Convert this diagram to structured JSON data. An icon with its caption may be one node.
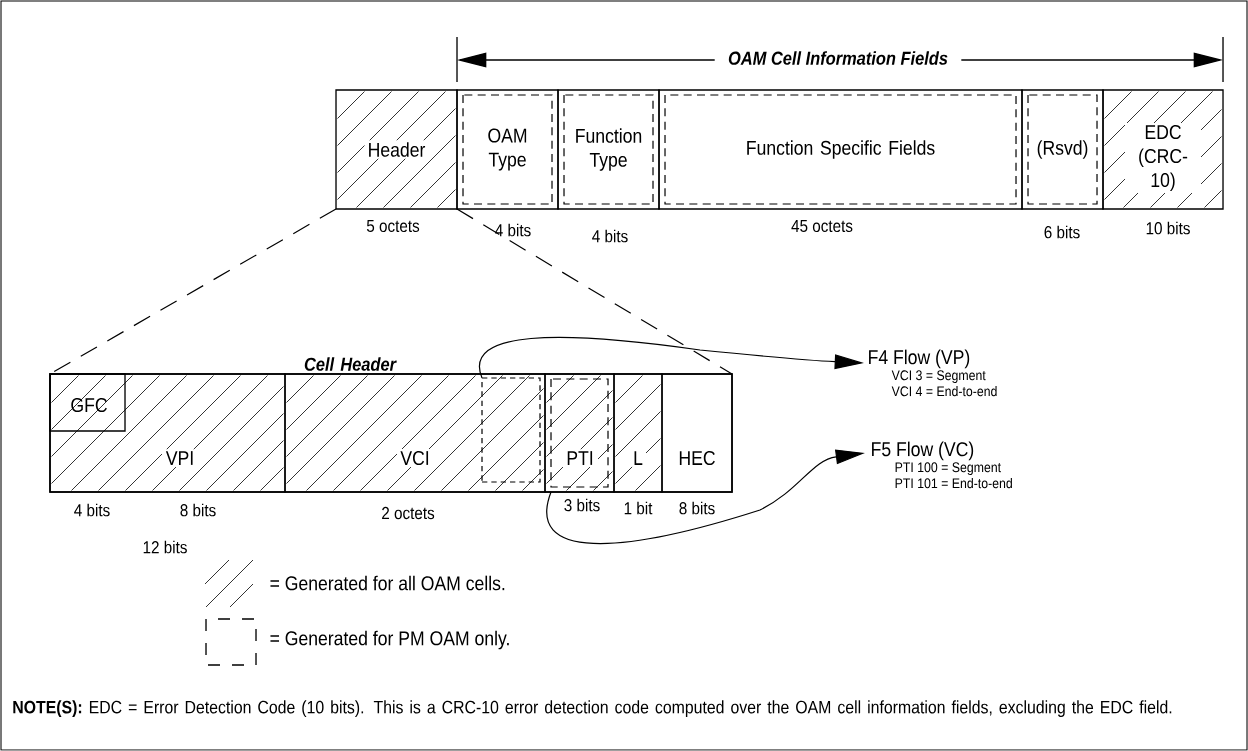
{
  "diagram": {
    "nodes": [
      {
        "text": [
          "Header"
        ],
        "beside": [
          "5 octets"
        ]
      },
      {
        "text": [
          "OAM Type"
        ],
        "beside": [
          "4 bits"
        ]
      },
      {
        "text": [
          "Function Type"
        ],
        "beside": [
          "4 bits"
        ]
      },
      {
        "text": [
          "Function Specific Fields"
        ],
        "beside": [
          "45 octets"
        ]
      },
      {
        "text": [
          "(Rsvd)"
        ],
        "beside": [
          "6 bits"
        ]
      },
      {
        "text": [
          "EDC (CRC-10)"
        ],
        "beside": [
          "10 bits"
        ]
      },
      {
        "text": [
          "Cell Header"
        ]
      },
      {
        "text": [
          "VPI"
        ],
        "beside": [
          "8 bits",
          "12 bits"
        ],
        "in": 6
      },
      {
        "text": [
          "GFC"
        ],
        "in": 7
      },
      {
        "text": [
          "VCI"
        ],
        "beside": [
          "2 octets"
        ],
        "in": 6
      },
      {
        "text": [],
        "shape": "box",
        "in": 9
      },
      {
        "text": [
          "PTI"
        ],
        "beside": [
          "3 bits"
        ],
        "in": 6
      },
      {
        "text": [
          "L"
        ],
        "beside": [
          "1 bit"
        ],
        "in": 6
      },
      {
        "text": [
          "HEC"
        ],
        "beside": [
          "8 bits"
        ],
        "in": 6
      },
      {
        "text": [
          "F4 Flow (VP)",
          "VCI 3 = Segment",
          "VCI 4 = End-to-end"
        ]
      },
      {
        "text": [
          "F5 Flow (VC)",
          "PTI 100 = Segment",
          "PTI 101 = End-to-end"
        ]
      }
    ],
    "edges": [
      {
        "from": 0,
        "to": 6,
        "arrow": "none",
        "style": "dashed"
      },
      {
        "from": 0,
        "to": 6,
        "arrow": "none",
        "style": "dashed"
      },
      {
        "from": 10,
        "to": 14,
        "arrow": "to"
      },
      {
        "from": 11,
        "to": 15,
        "arrow": "to"
      }
    ],
    "labels": [
      "OAM Cell Information Fields",
      "4 bits"
    ],
    "legend": [
      {
        "text": "= Generated for all OAM cells."
      },
      {
        "text": "= Generated for PM OAM only."
      }
    ],
    "caption": "**NOTE(S):** EDC = Error Detection Code (10 bits). This is a CRC-10 error detection code computed over the OAM cell information fields, excluding the EDC field."
  }
}
